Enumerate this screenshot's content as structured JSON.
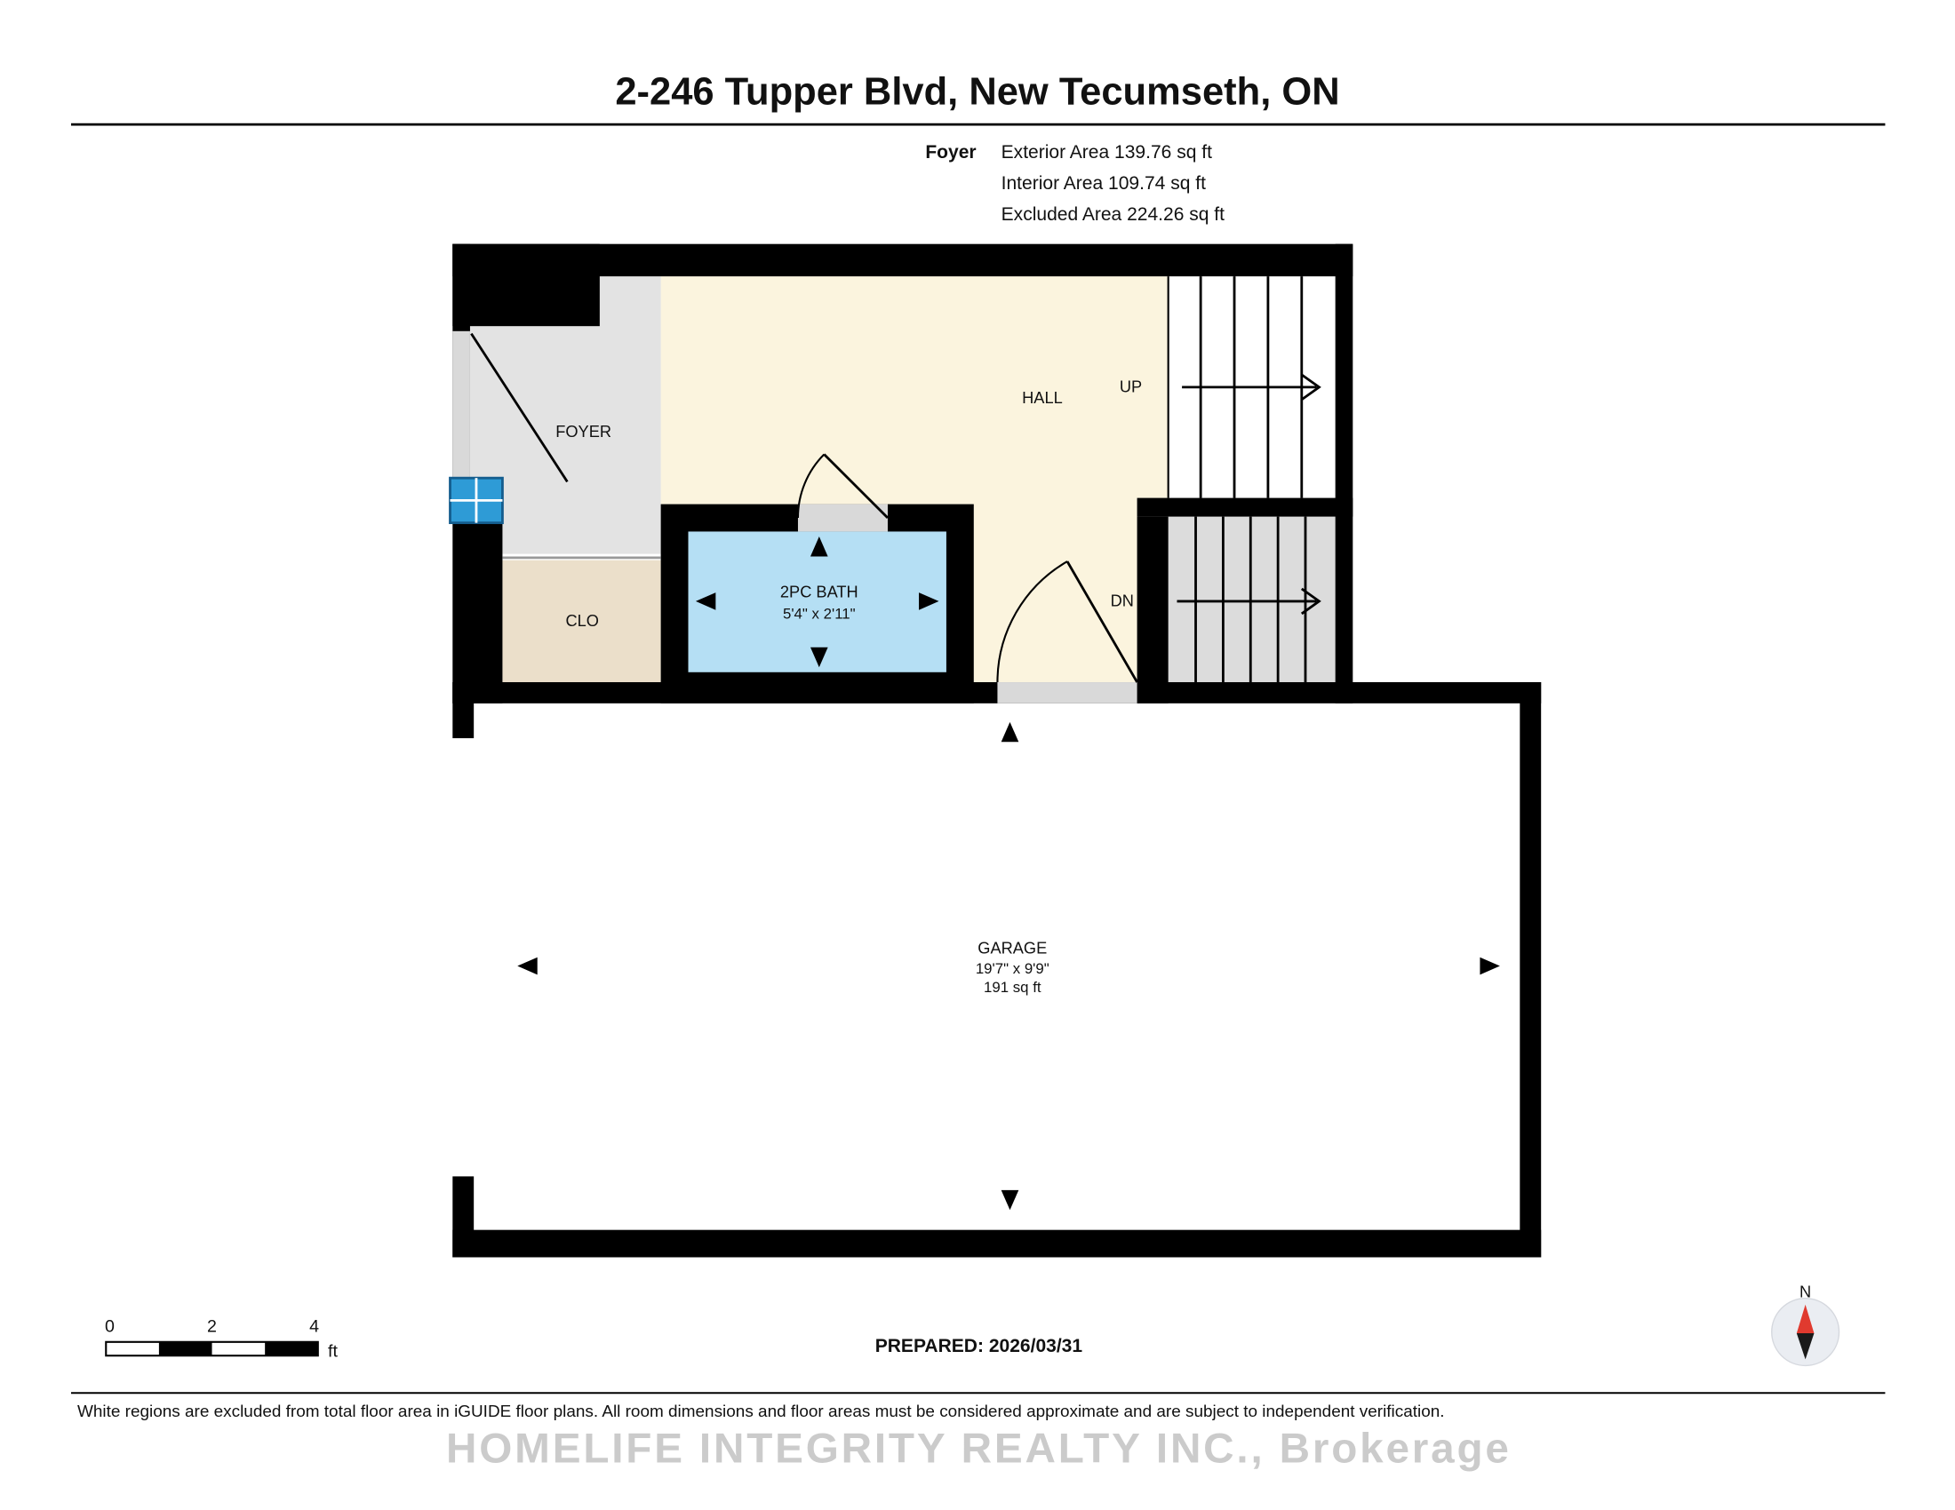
{
  "header": {
    "title": "2-246 Tupper Blvd, New Tecumseth, ON"
  },
  "summary": {
    "floor_label": "Foyer",
    "exterior": "Exterior Area 139.76 sq ft",
    "interior": "Interior Area 109.74 sq ft",
    "excluded": "Excluded Area 224.26 sq ft"
  },
  "rooms": {
    "foyer": "FOYER",
    "hall": "HALL",
    "up": "UP",
    "dn": "DN",
    "bath_name": "2PC BATH",
    "bath_dims": "5'4\" x 2'11\"",
    "closet": "CLO",
    "garage_name": "GARAGE",
    "garage_dims": "19'7\" x 9'9\"",
    "garage_area": "191 sq ft"
  },
  "scale_bar": {
    "t0": "0",
    "t2": "2",
    "t4": "4",
    "unit": "ft"
  },
  "footer": {
    "prepared": "PREPARED: 2026/03/31",
    "compass_label": "N",
    "disclaimer": "White regions are excluded from total floor area in iGUIDE floor plans. All room dimensions and floor areas must be considered approximate and are subject to independent verification.",
    "watermark": "HOMELIFE INTEGRITY REALTY INC., Brokerage"
  },
  "colors": {
    "hall": "#FBF4DE",
    "foyer": "#E3E3E3",
    "bath": "#B5DFF4",
    "closet": "#EBDFCA",
    "stairs_dn": "#DCDCDC",
    "stairs_up": "#FFFFFF",
    "garage": "#FFFFFF",
    "window": "#2E9BD6",
    "compass_red": "#E03A2F",
    "compass_dark": "#1A1A1A"
  }
}
